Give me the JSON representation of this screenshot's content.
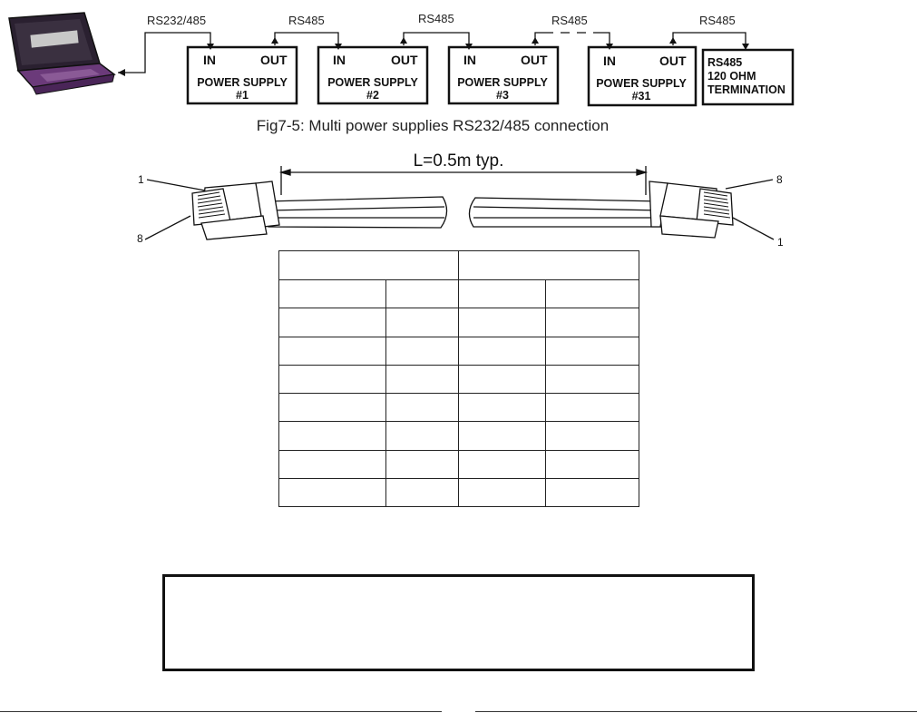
{
  "figure_caption": "Fig7-5: Multi power supplies RS232/485 connection",
  "links": [
    "RS232/485",
    "RS485",
    "RS485",
    "RS485",
    "RS485"
  ],
  "ports": {
    "in": "IN",
    "out": "OUT"
  },
  "power_supplies": [
    {
      "name_line1": "POWER SUPPLY",
      "name_line2": "#1"
    },
    {
      "name_line1": "POWER SUPPLY",
      "name_line2": "#2"
    },
    {
      "name_line1": "POWER SUPPLY",
      "name_line2": "#3"
    },
    {
      "name_line1": "POWER SUPPLY",
      "name_line2": "#31"
    }
  ],
  "termination": {
    "line1": "RS485",
    "line2": "120 OHM",
    "line3": "TERMINATION"
  },
  "cable": {
    "length_label": "L=0.5m typ.",
    "pin_left_top": "1",
    "pin_left_bottom": "8",
    "pin_right_top": "8",
    "pin_right_bottom": "1"
  },
  "pin_table": {
    "header": [
      "",
      ""
    ],
    "rows": [
      [
        "",
        "",
        "",
        ""
      ],
      [
        "",
        "",
        "",
        ""
      ],
      [
        "",
        "",
        "",
        ""
      ],
      [
        "",
        "",
        "",
        ""
      ],
      [
        "",
        "",
        "",
        ""
      ],
      [
        "",
        "",
        "",
        ""
      ],
      [
        "",
        "",
        "",
        ""
      ],
      [
        "",
        "",
        "",
        ""
      ]
    ]
  },
  "notice_text": ""
}
